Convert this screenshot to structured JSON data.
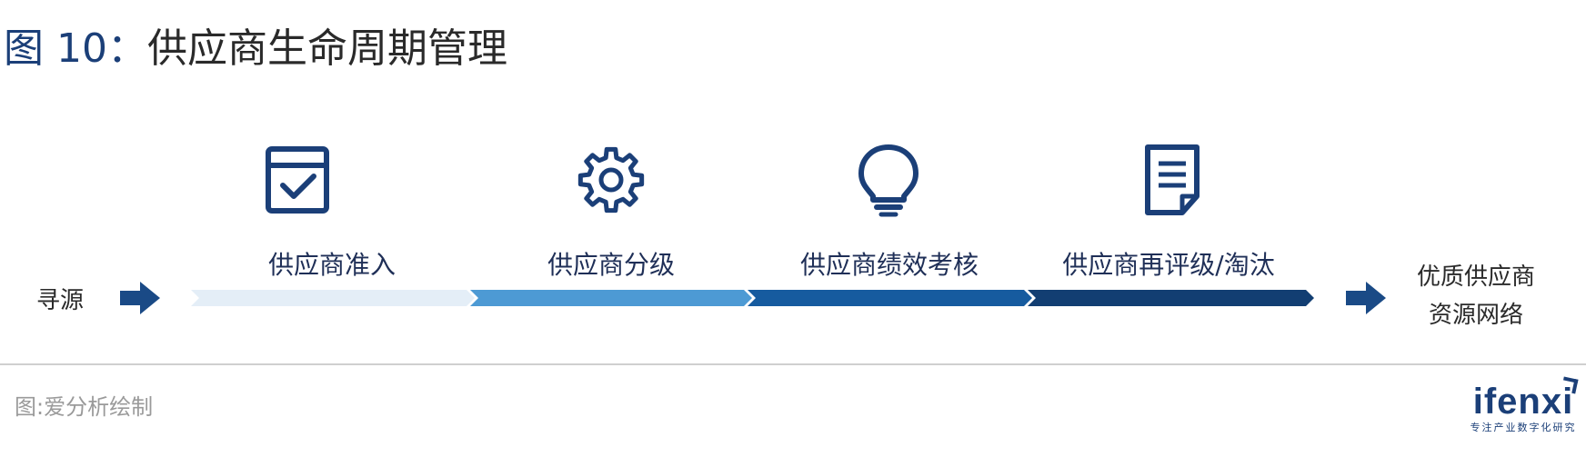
{
  "title": {
    "number": "图 10：",
    "text": "供应商生命周期管理"
  },
  "flow": {
    "start_label": "寻源",
    "end_label_line1": "优质供应商",
    "end_label_line2": "资源网络",
    "stages": [
      {
        "label": "供应商准入",
        "icon": "box-check-icon",
        "color": "#e4eef7"
      },
      {
        "label": "供应商分级",
        "icon": "gear-icon",
        "color": "#4d9ad4"
      },
      {
        "label": "供应商绩效考核",
        "icon": "lightbulb-icon",
        "color": "#165b9f"
      },
      {
        "label": "供应商再评级/淘汰",
        "icon": "document-icon",
        "color": "#123e72"
      }
    ],
    "arrow_color": "#1a4a86",
    "icon_color": "#1b3f78"
  },
  "footer": {
    "source": "图:爱分析绘制",
    "logo_text": "ifenxi",
    "logo_subtitle": "专注产业数字化研究"
  }
}
